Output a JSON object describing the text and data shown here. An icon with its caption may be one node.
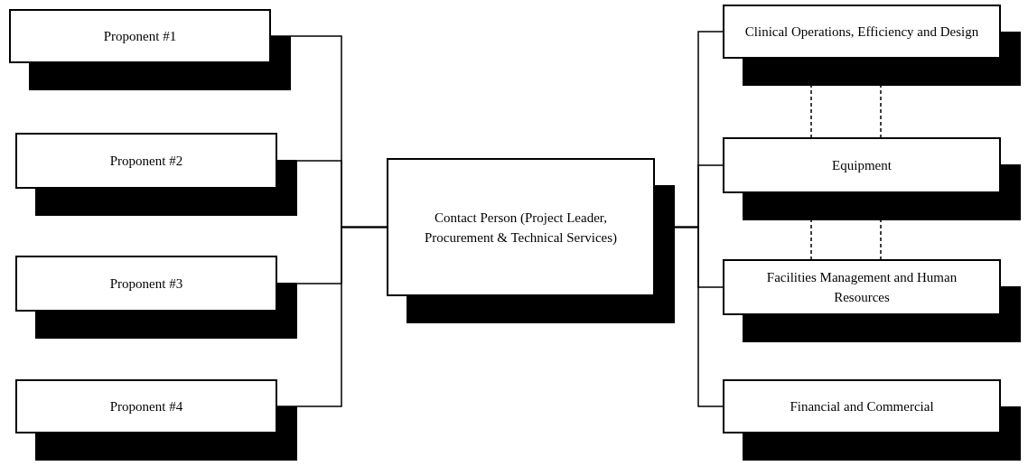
{
  "diagram": {
    "nodes": [
      {
        "text": [
          "Proponent #1"
        ]
      },
      {
        "text": [
          "Proponent #2"
        ]
      },
      {
        "text": [
          "Proponent #3"
        ]
      },
      {
        "text": [
          "Proponent #4"
        ]
      },
      {
        "text": [
          "Contact Person (Project Leader, Procurement & Technical Services)"
        ]
      },
      {
        "text": [
          "Clinical Operations, Efficiency and Design"
        ]
      },
      {
        "text": [
          "Equipment"
        ]
      },
      {
        "text": [
          "Facilities Management and Human Resources"
        ]
      },
      {
        "text": [
          "Financial and Commercial"
        ]
      }
    ],
    "edges": [
      {
        "from": 0,
        "to": 4,
        "arrow": "none"
      },
      {
        "from": 1,
        "to": 4,
        "arrow": "none"
      },
      {
        "from": 2,
        "to": 4,
        "arrow": "none"
      },
      {
        "from": 3,
        "to": 4,
        "arrow": "none"
      },
      {
        "from": 4,
        "to": 5,
        "arrow": "none"
      },
      {
        "from": 4,
        "to": 6,
        "arrow": "none"
      },
      {
        "from": 4,
        "to": 7,
        "arrow": "none"
      },
      {
        "from": 4,
        "to": 8,
        "arrow": "none"
      },
      {
        "from": 5,
        "to": 6,
        "arrow": "none",
        "style": "dashed"
      },
      {
        "from": 5,
        "to": 6,
        "arrow": "none",
        "style": "dashed"
      },
      {
        "from": 6,
        "to": 7,
        "arrow": "none",
        "style": "dashed"
      },
      {
        "from": 6,
        "to": 7,
        "arrow": "none",
        "style": "dashed"
      }
    ]
  }
}
